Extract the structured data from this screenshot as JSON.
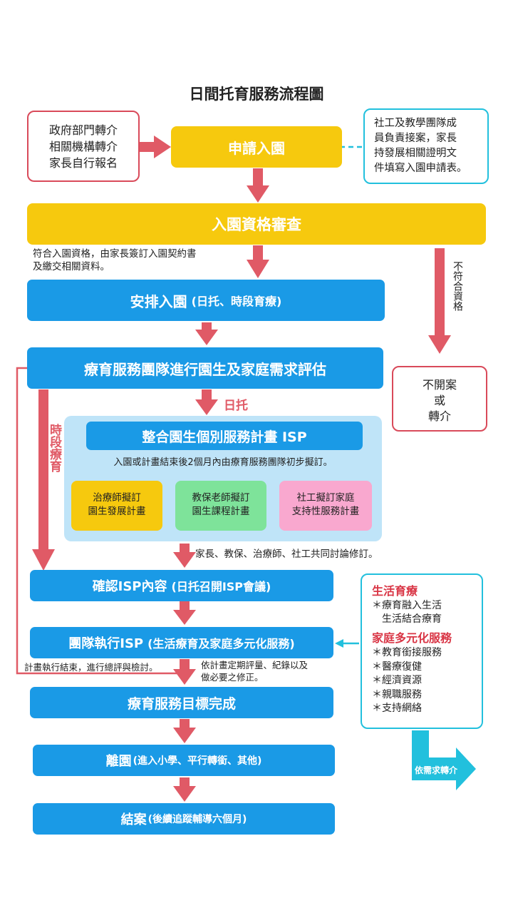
{
  "title": "日間托育服務流程圖",
  "referral": {
    "lines": [
      "政府部門轉介",
      "相關機構轉介",
      "家長自行報名"
    ]
  },
  "apply": "申請入園",
  "team_note": {
    "lines": [
      "社工及教學團隊成",
      "員負責接案，家長",
      "持發展相關證明文",
      "件填寫入園申請表。"
    ]
  },
  "review": "入園資格審查",
  "qualify_note": {
    "lines": [
      "符合入園資格，由家長簽訂入園契約書",
      "及繳交相關資料。"
    ]
  },
  "not_qualify": "不符合資格",
  "arrange": {
    "main": "安排入園",
    "sub": "(日托、時段育療)"
  },
  "assess": "療育服務團隊進行園生及家庭需求評估",
  "no_case": {
    "lines": [
      "不開案",
      "或",
      "轉介"
    ]
  },
  "daycare": "日托",
  "period_care": "時段療育",
  "isp": {
    "title": "整合園生個別服務計畫 ISP",
    "note": "入園或計畫結束後2個月內由療育服務團隊初步擬訂。",
    "plans": [
      {
        "l1": "治療師擬訂",
        "l2": "園生發展計畫",
        "color": "#f6c90e"
      },
      {
        "l1": "教保老師擬訂",
        "l2": "園生課程計畫",
        "color": "#7ee39a"
      },
      {
        "l1": "社工擬訂家庭",
        "l2": "支持性服務計畫",
        "color": "#f9a8cf"
      }
    ]
  },
  "discuss_note": "家長、教保、治療師、社工共同討論修訂。",
  "confirm": {
    "main": "確認ISP內容",
    "sub": "(日托召開ISP會議)"
  },
  "execute": {
    "main": "團隊執行ISP",
    "sub": "(生活療育及家庭多元化服務)"
  },
  "end_note": "計畫執行結束，進行總評與檢討。",
  "review_note": {
    "lines": [
      "依計畫定期評量、紀錄以及",
      "做必要之修正。"
    ]
  },
  "goal": "療育服務目標完成",
  "leave": {
    "main": "離園",
    "sub": "(進入小學、平行轉銜、其他)"
  },
  "close": {
    "main": "結案",
    "sub": "(後續追蹤輔導六個月)"
  },
  "services": {
    "life_title": "生活育療",
    "life_items": [
      "＊療育融入生活",
      "　生活結合療育"
    ],
    "family_title": "家庭多元化服務",
    "family_items": [
      "＊教育銜接服務",
      "＊醫療復健",
      "＊經濟資源",
      "＊親職服務",
      "＊支持網絡"
    ]
  },
  "refer": "依需求轉介",
  "colors": {
    "yellow": "#f6c90e",
    "blue": "#1a9ae6",
    "red": "#e05a66",
    "cyan": "#22c0dd"
  }
}
